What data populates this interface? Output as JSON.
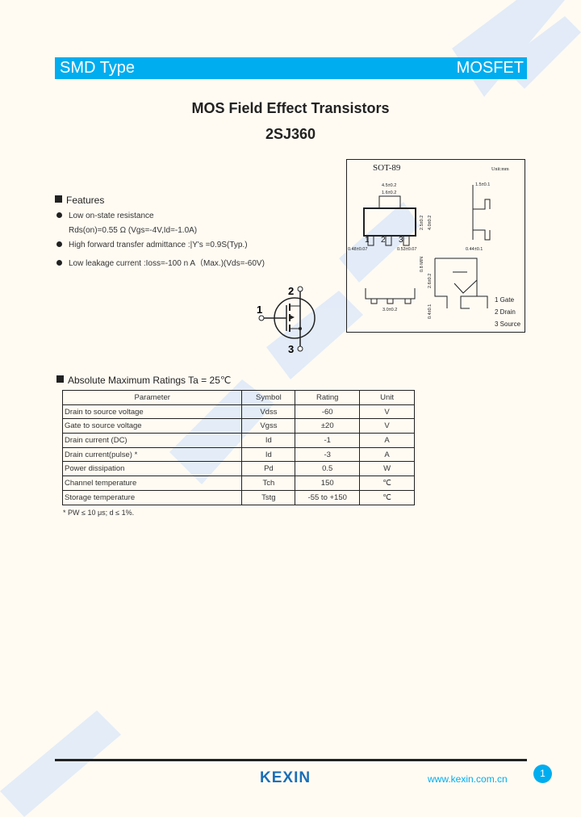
{
  "header": {
    "left": "SMD Type",
    "right": "MOSFET"
  },
  "title": "MOS Field Effect  Transistors",
  "part_number": "2SJ360",
  "features": {
    "heading": "Features",
    "items": [
      "Low on-state resistance",
      "High forward transfer admittance :|Y's =0.9S(Typ.)",
      "Low leakage current :Ioss=-100 n A（Max.)(Vds=-60V)"
    ],
    "sub": "Rds(on)=0.55 Ω (Vgs=-4V,Id=-1.0A)"
  },
  "symbol": {
    "pin1": "1",
    "pin2": "2",
    "pin3": "3"
  },
  "package": {
    "name": "SOT-89",
    "unit": "Unit:mm",
    "dims": [
      "4.5±0.2",
      "1.6±0.2",
      "1.5±0.1",
      "2.5±0.2",
      "4.0±0.2",
      "0.48±0.07",
      "0.53±0.07",
      "0.44±0.1",
      "0.8 MIN",
      "3.0±0.2",
      "2.6±0.2",
      "0.4±0.1"
    ],
    "pins": [
      "1",
      "2",
      "3"
    ],
    "legend": [
      "1 Gate",
      "2 Drain",
      "3 Source"
    ]
  },
  "ratings": {
    "heading": "Absolute Maximum Ratings Ta = 25℃",
    "columns": [
      "Parameter",
      "Symbol",
      "Rating",
      "Unit"
    ],
    "rows": [
      [
        "Drain to source voltage",
        "Vdss",
        "-60",
        "V"
      ],
      [
        "Gate to source voltage",
        "Vgss",
        "±20",
        "V"
      ],
      [
        "Drain current (DC)",
        "Id",
        "-1",
        "A"
      ],
      [
        "Drain current(pulse) *",
        "Id",
        "-3",
        "A"
      ],
      [
        "Power dissipation",
        "Pd",
        "0.5",
        "W"
      ],
      [
        "Channel  temperature",
        "Tch",
        "150",
        "℃"
      ],
      [
        "Storage temperature",
        "Tstg",
        "-55 to +150",
        "℃"
      ]
    ],
    "note": "* PW ≤ 10 μs; d ≤ 1%."
  },
  "footer": {
    "logo": "KEXIN",
    "url": "www.kexin.com.cn",
    "page": "1"
  },
  "colors": {
    "brand": "#00adef",
    "watermark": "#d8e6f7",
    "logo": "#1a6fb8"
  }
}
